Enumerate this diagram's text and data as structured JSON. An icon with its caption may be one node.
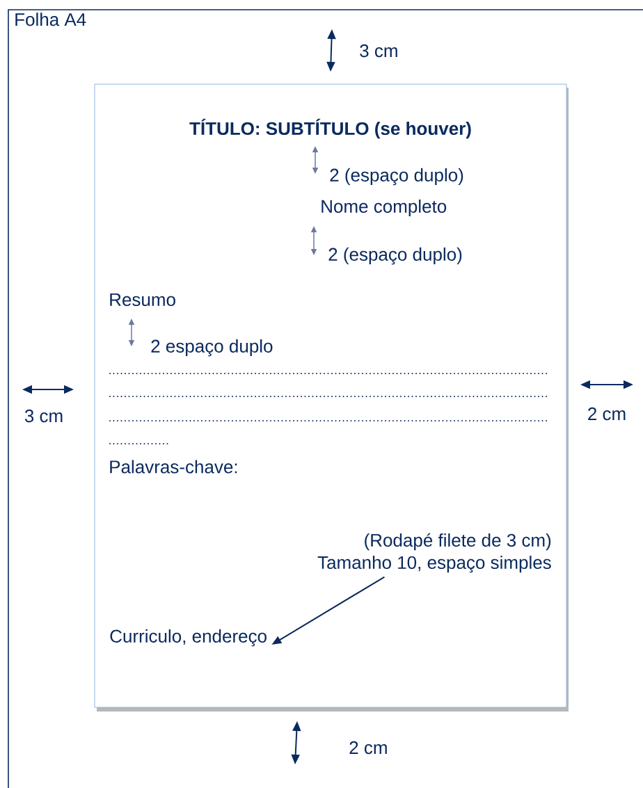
{
  "diagram": {
    "nodes": [
      {
        "text": [
          "Folha A4"
        ]
      },
      {
        "text": [],
        "shape": "box",
        "in": 0
      },
      {
        "text": [
          "(Rodapé filete de 3 cm)",
          "Tamanho 10, espaço simples"
        ],
        "in": 1
      },
      {
        "text": [
          "Curriculo, endereço"
        ],
        "in": 1
      }
    ],
    "edges": [
      {
        "from": 2,
        "to": 3,
        "arrow": "to"
      }
    ],
    "labels": [
      "3 cm",
      "TÍTULO: SUBTÍTULO (se houver)",
      "2 (espaço duplo)",
      "Nome completo",
      "2 (espaço duplo)",
      "Resumo",
      "2 espaço duplo",
      "3 cm",
      "2 cm",
      "Palavras-chave:",
      "2 cm"
    ]
  }
}
